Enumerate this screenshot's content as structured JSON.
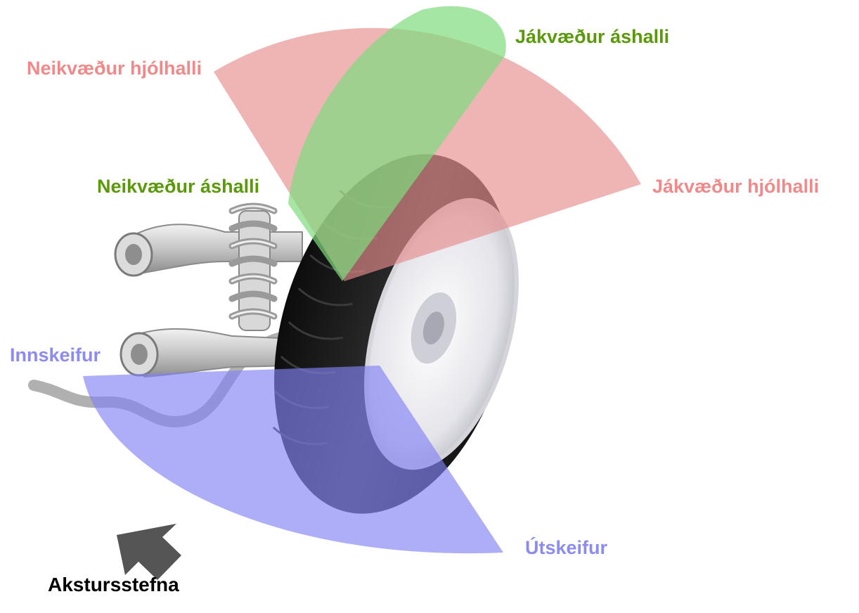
{
  "labels": {
    "negative_camber": "Neikvæður hjólhalli",
    "positive_camber": "Jákvæður hjólhalli",
    "negative_caster": "Neikvæður áshalli",
    "positive_caster": "Jákvæður áshalli",
    "toe_in": "Innskeifur",
    "toe_out": "Útskeifur",
    "driving_direction": "Akstursstefna"
  },
  "colors": {
    "camber": "#f08a8a",
    "caster": "#5a9a0a",
    "toe": "#8c8cf0",
    "direction": "#000000",
    "camber_fill": "#e68c8c",
    "caster_fill": "#7fdc7f",
    "toe_fill": "#8282f5",
    "tire": "#1c1c1c",
    "suspension": "#c8c8c8",
    "arrow": "#555555"
  }
}
